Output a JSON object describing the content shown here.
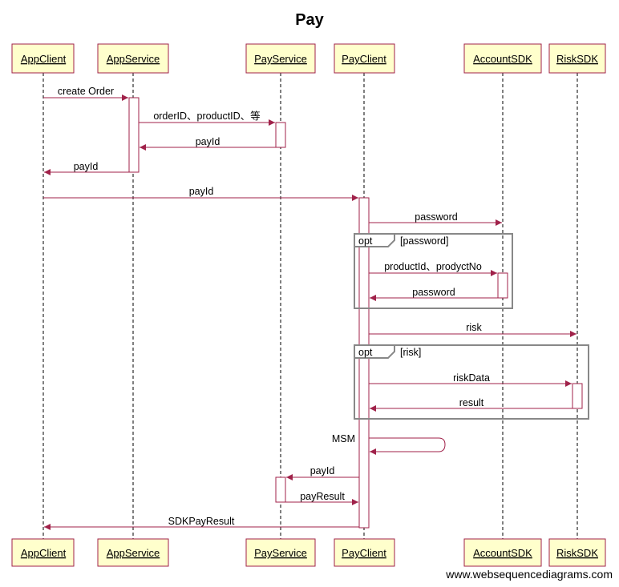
{
  "title": "Pay",
  "participants": [
    "AppClient",
    "AppService",
    "PayService",
    "PayClient",
    "AccountSDK",
    "RiskSDK"
  ],
  "messages": [
    {
      "from": "AppClient",
      "to": "AppService",
      "label": "create Order"
    },
    {
      "from": "AppService",
      "to": "PayService",
      "label": "orderID、productID、等"
    },
    {
      "from": "PayService",
      "to": "AppService",
      "label": "payId"
    },
    {
      "from": "AppService",
      "to": "AppClient",
      "label": "payId"
    },
    {
      "from": "AppClient",
      "to": "PayClient",
      "label": "payId"
    },
    {
      "from": "PayClient",
      "to": "AccountSDK",
      "label": "password"
    },
    {
      "from": "PayClient",
      "to": "AccountSDK",
      "label": "productId、prodyctNo"
    },
    {
      "from": "AccountSDK",
      "to": "PayClient",
      "label": "password"
    },
    {
      "from": "PayClient",
      "to": "RiskSDK",
      "label": "risk"
    },
    {
      "from": "PayClient",
      "to": "RiskSDK",
      "label": "riskData"
    },
    {
      "from": "RiskSDK",
      "to": "PayClient",
      "label": "result"
    },
    {
      "from": "PayClient",
      "to": "PayClient",
      "label": "MSM"
    },
    {
      "from": "PayClient",
      "to": "PayService",
      "label": "payId"
    },
    {
      "from": "PayService",
      "to": "PayClient",
      "label": "payResult"
    },
    {
      "from": "PayClient",
      "to": "AppClient",
      "label": "SDKPayResult"
    }
  ],
  "fragments": [
    {
      "keyword": "opt",
      "guard": "[password]"
    },
    {
      "keyword": "opt",
      "guard": "[risk]"
    }
  ],
  "watermark": "www.websequencediagrams.com"
}
